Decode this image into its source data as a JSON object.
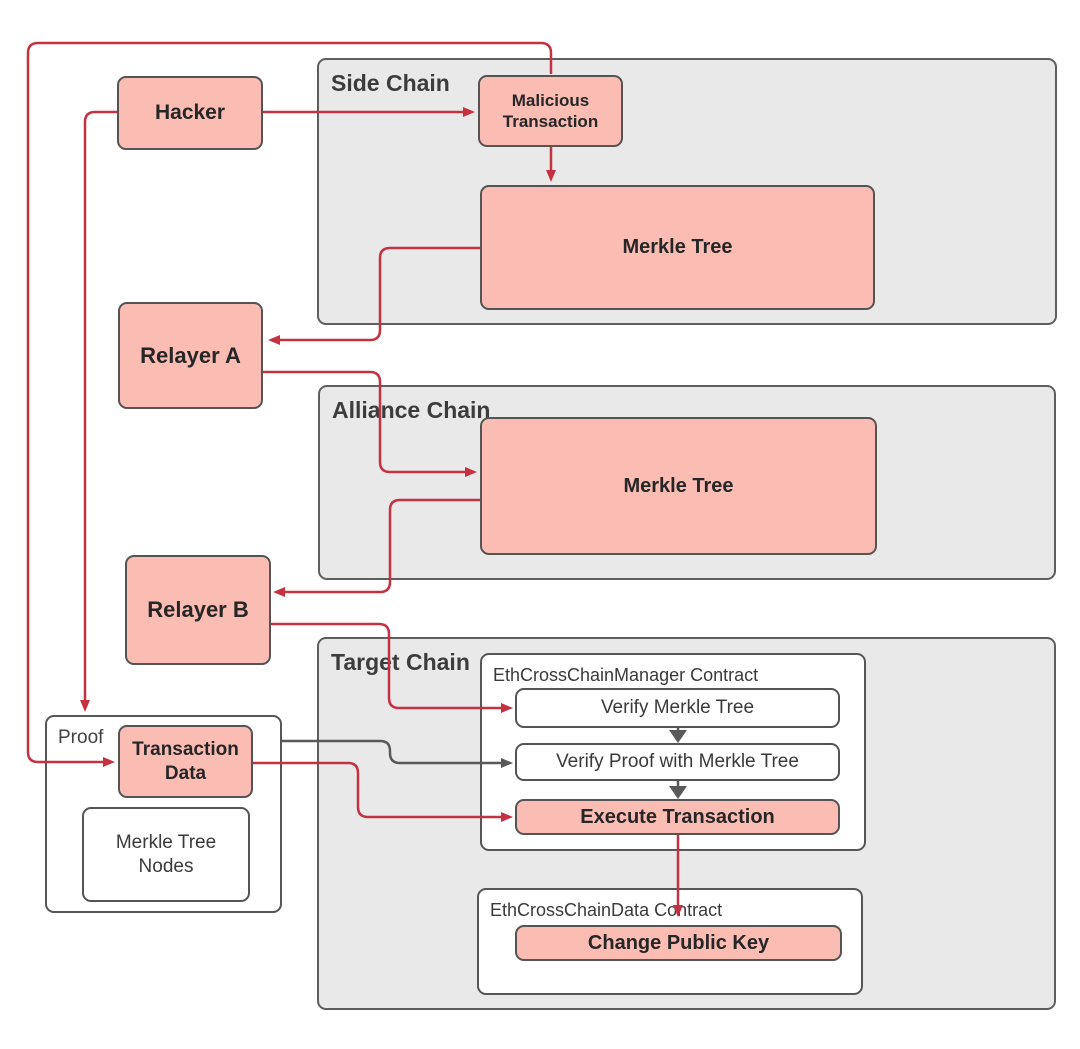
{
  "containers": {
    "side_chain": {
      "label": "Side Chain"
    },
    "alliance_chain": {
      "label": "Alliance Chain"
    },
    "target_chain": {
      "label": "Target Chain"
    },
    "proof": {
      "label": "Proof"
    },
    "manager_contract": {
      "label": "EthCrossChainManager Contract"
    },
    "data_contract": {
      "label": "EthCrossChainData Contract"
    }
  },
  "nodes": {
    "hacker": {
      "label": "Hacker"
    },
    "malicious_transaction": {
      "label": "Malicious Transaction"
    },
    "side_chain_merkle_tree": {
      "label": "Merkle Tree"
    },
    "relayer_a": {
      "label": "Relayer A"
    },
    "alliance_chain_merkle_tree": {
      "label": "Merkle Tree"
    },
    "relayer_b": {
      "label": "Relayer B"
    },
    "verify_merkle_tree": {
      "label": "Verify Merkle Tree"
    },
    "verify_proof": {
      "label": "Verify Proof with Merkle Tree"
    },
    "execute_transaction": {
      "label": "Execute Transaction"
    },
    "change_public_key": {
      "label": "Change Public Key"
    },
    "transaction_data": {
      "label": "Transaction Data"
    },
    "merkle_tree_nodes": {
      "label": "Merkle Tree Nodes"
    }
  },
  "colors": {
    "node_fill": "#fbbdb3",
    "node_border": "#545454",
    "container_fill": "#e9e9e9",
    "container_border": "#5e5e5e",
    "connector_red": "#c43242",
    "connector_gray": "#595959"
  }
}
